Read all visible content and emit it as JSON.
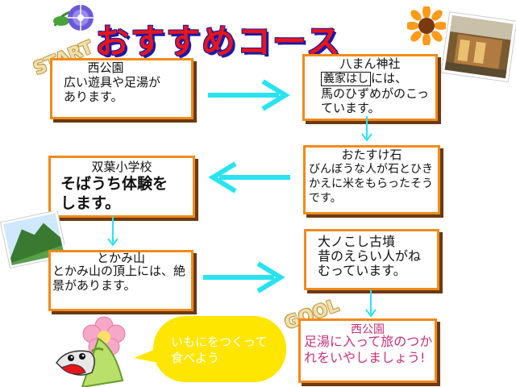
{
  "header": {
    "title": "おすすめコース"
  },
  "tags": {
    "start": "START",
    "goal": "GOOL"
  },
  "stops": [
    {
      "name": "西公園",
      "desc": "広い遊具や足湯があります。"
    },
    {
      "name": "八まん神社",
      "badge": "義家はし",
      "desc_line1": "には、",
      "desc_rest": "馬のひずめがのこっています。"
    },
    {
      "name": "おたすけ石",
      "desc": "びんぼうな人が石とひきかえに米をもらったそうです。"
    },
    {
      "name": "双葉小学校",
      "desc": "そばうち体験をします。"
    },
    {
      "name": "とかみ山",
      "desc": "とかみ山の頂上には、絶景があります。"
    },
    {
      "name": "大ノこし古墳",
      "desc": "昔のえらい人がねむっています。"
    },
    {
      "name": "西公園",
      "desc": "足湯に入って旅のつかれをいやしましょう!"
    }
  ],
  "bubble": {
    "text": "いもにをつくって食べよう"
  },
  "colors": {
    "accent": "#e8151b",
    "border": "#f28a1a",
    "arrow": "#29e3f0",
    "bubble": "#ffe600"
  },
  "icons": [
    "morning-glory-icon",
    "sunflower-icon",
    "shrine-photo",
    "mountain-photo",
    "flower-icon",
    "mascot-icon"
  ]
}
